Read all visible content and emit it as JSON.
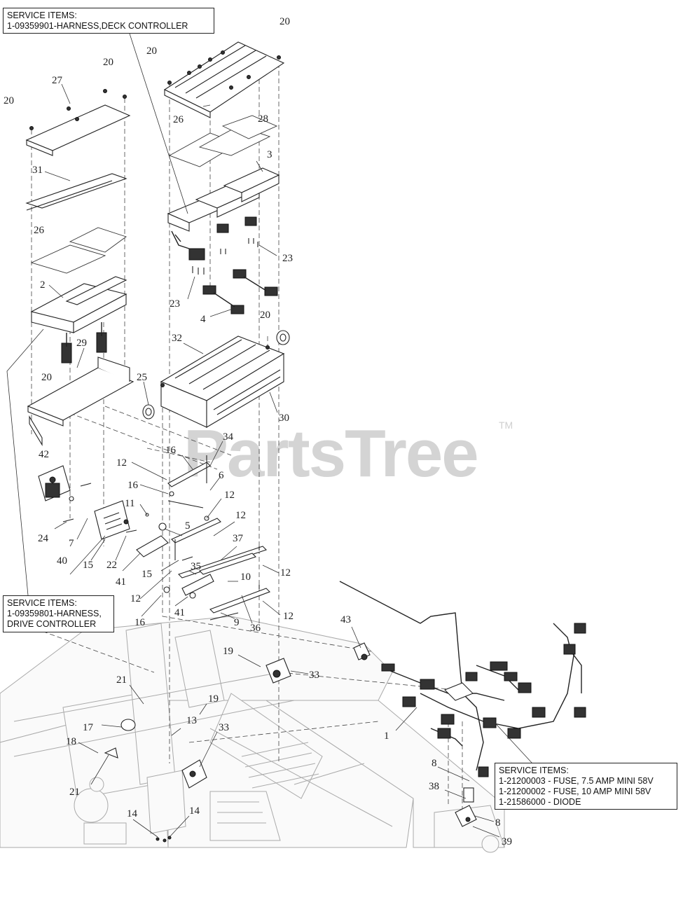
{
  "service_boxes": {
    "deck_controller": {
      "lines": [
        "SERVICE ITEMS:",
        "1-09359901-HARNESS,DECK CONTROLLER"
      ]
    },
    "drive_controller": {
      "lines": [
        "SERVICE ITEMS:",
        "1-09359801-HARNESS,",
        "DRIVE CONTROLLER"
      ]
    },
    "fuses": {
      "lines": [
        "SERVICE ITEMS:",
        "1-21200003 - FUSE, 7.5 AMP MINI 58V",
        "1-21200002 - FUSE, 10 AMP MINI 58V",
        "1-21586000 - DIODE"
      ]
    }
  },
  "watermark": {
    "text": "PartsTree",
    "trademark": "TM"
  },
  "callouts": [
    "20",
    "20",
    "20",
    "20",
    "27",
    "28",
    "26",
    "3",
    "31",
    "26",
    "23",
    "2",
    "23",
    "4",
    "20",
    "29",
    "32",
    "20",
    "25",
    "30",
    "34",
    "16",
    "12",
    "6",
    "42",
    "16",
    "12",
    "11",
    "12",
    "5",
    "37",
    "24",
    "7",
    "40",
    "15",
    "22",
    "15",
    "41",
    "35",
    "10",
    "12",
    "12",
    "16",
    "41",
    "9",
    "36",
    "12",
    "43",
    "19",
    "33",
    "21",
    "19",
    "17",
    "13",
    "33",
    "18",
    "1",
    "21",
    "8",
    "38",
    "14",
    "14",
    "8",
    "39"
  ]
}
